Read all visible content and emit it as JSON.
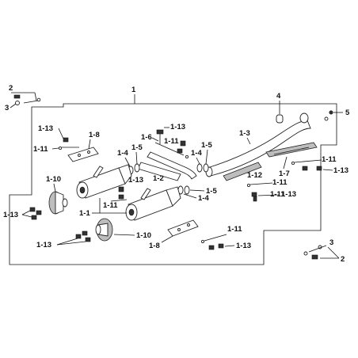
{
  "callouts": {
    "c1": "1",
    "c1_1": "1-1",
    "c1_2": "1-2",
    "c1_3": "1-3",
    "c1_4a": "1-4",
    "c1_4b": "1-4",
    "c1_4c": "1-4",
    "c1_5a": "1-5",
    "c1_5b": "1-5",
    "c1_5c": "1-5",
    "c1_6": "1-6",
    "c1_7": "1-7",
    "c1_8a": "1-8",
    "c1_8b": "1-8",
    "c1_10a": "1-10",
    "c1_10b": "1-10",
    "c1_11a": "1-11",
    "c1_11b": "1-11",
    "c1_11c": "1-11",
    "c1_11d": "1-11",
    "c1_11e": "1-11",
    "c1_11f": "1-11",
    "c1_12": "1-12",
    "c1_13a": "1-13",
    "c1_13b": "1-13",
    "c1_13c": "1-13",
    "c1_13d": "1-13",
    "c1_13e": "1-13",
    "c1_13f": "1-13",
    "c1_13g": "1-13",
    "c1_13h": "1-13",
    "c2a": "2",
    "c2b": "2",
    "c3a": "3",
    "c3b": "3",
    "c4": "4",
    "c5": "5"
  },
  "colors": {
    "ink": "#111111",
    "shade": "#bdbdbd",
    "background": "#ffffff"
  }
}
